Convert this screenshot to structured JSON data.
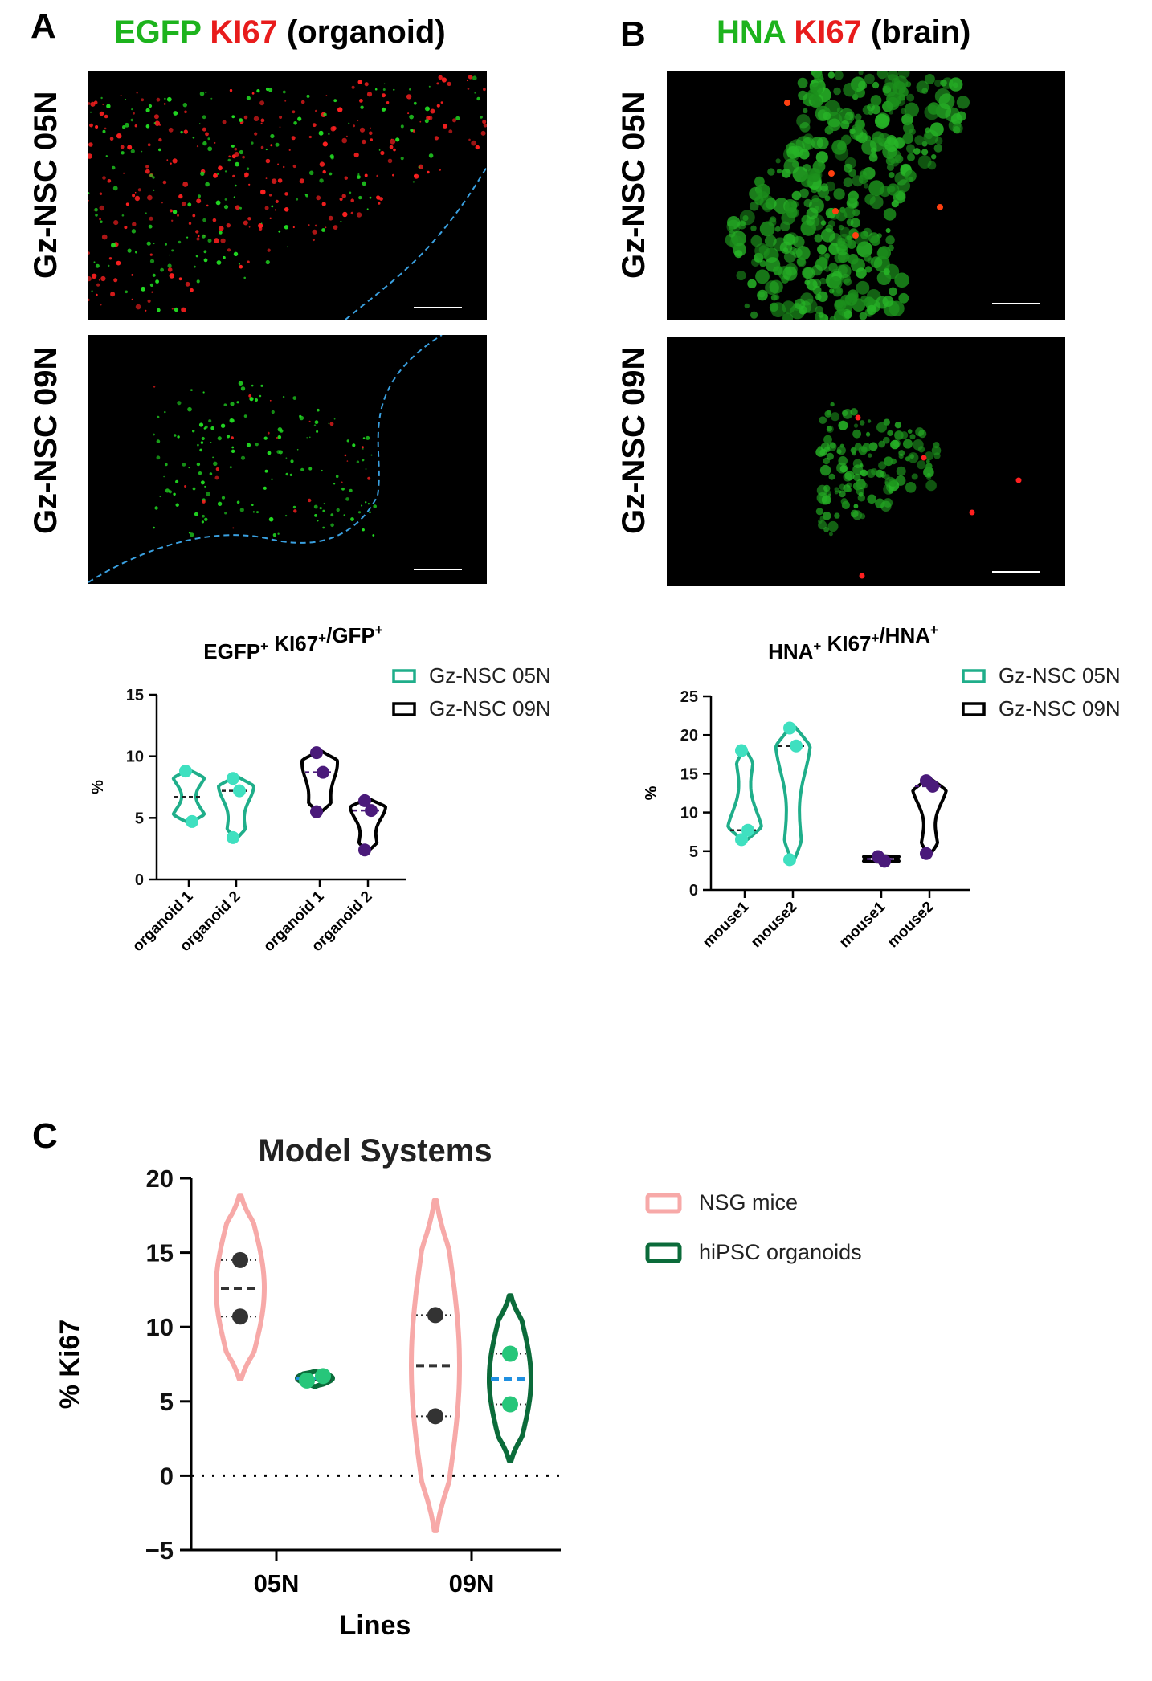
{
  "panels": {
    "A": {
      "letter": "A",
      "title_parts": [
        {
          "text": "EGFP",
          "color": "#1db31d"
        },
        {
          "text": "KI67",
          "color": "#e81c1c"
        },
        {
          "text": "(organoid)",
          "color": "#000000"
        }
      ],
      "row_labels": [
        "Gz-NSC 05N",
        "Gz-NSC 09N"
      ]
    },
    "B": {
      "letter": "B",
      "title_parts": [
        {
          "text": "HNA",
          "color": "#1db31d"
        },
        {
          "text": "KI67",
          "color": "#e81c1c"
        },
        {
          "text": "(brain)",
          "color": "#000000"
        }
      ],
      "row_labels": [
        "Gz-NSC 05N",
        "Gz-NSC 09N"
      ]
    },
    "C": {
      "letter": "C"
    }
  },
  "colors": {
    "teal": "#1fae8a",
    "teal_dot": "#3fe0c0",
    "purple_dot": "#4a1a7a",
    "pink": "#f7a9a8",
    "dark_green": "#0b6b3a",
    "green_dot": "#27c67a",
    "grey_dot": "#333333",
    "blue_dash": "#1f8fe0"
  },
  "chart_data": [
    {
      "id": "A-chart",
      "type": "violin",
      "title_parts": [
        {
          "text": "EGFP",
          "sup": "+"
        },
        {
          "text": " KI67",
          "sup": "+"
        },
        {
          "text": "/GFP",
          "sup": "+"
        }
      ],
      "ylabel": "%",
      "ylim": [
        0,
        15
      ],
      "yticks": [
        "0",
        "5",
        "10",
        "15"
      ],
      "categories": [
        "organoid 1",
        "organoid 2",
        "organoid 1",
        "organoid 2"
      ],
      "legend": [
        "Gz-NSC 05N",
        "Gz-NSC 09N"
      ],
      "legend_position": "top-right",
      "series": [
        {
          "name": "Gz-NSC 05N",
          "groups": [
            {
              "cat": 0,
              "points": [
                8.8,
                4.7
              ],
              "min": 4.7,
              "max": 8.8,
              "median": 6.7
            },
            {
              "cat": 1,
              "points": [
                8.2,
                7.2,
                3.4
              ],
              "min": 3.4,
              "max": 8.3,
              "median": 7.2
            }
          ]
        },
        {
          "name": "Gz-NSC 09N",
          "groups": [
            {
              "cat": 2,
              "points": [
                10.3,
                8.7,
                5.5
              ],
              "min": 5.5,
              "max": 10.4,
              "median": 8.7
            },
            {
              "cat": 3,
              "points": [
                6.4,
                5.6,
                2.4
              ],
              "min": 2.4,
              "max": 6.5,
              "median": 5.6
            }
          ]
        }
      ]
    },
    {
      "id": "B-chart",
      "type": "violin",
      "title_parts": [
        {
          "text": "HNA",
          "sup": "+"
        },
        {
          "text": " KI67",
          "sup": "+"
        },
        {
          "text": "/HNA",
          "sup": "+"
        }
      ],
      "ylabel": "%",
      "ylim": [
        0,
        25
      ],
      "yticks": [
        "0",
        "5",
        "10",
        "15",
        "20",
        "25"
      ],
      "categories": [
        "mouse1",
        "mouse2",
        "mouse1",
        "mouse2"
      ],
      "legend": [
        "Gz-NSC 05N",
        "Gz-NSC 09N"
      ],
      "legend_position": "top-right",
      "series": [
        {
          "name": "Gz-NSC 05N",
          "groups": [
            {
              "cat": 0,
              "points": [
                18.0,
                7.7,
                6.5
              ],
              "min": 6.5,
              "max": 18.0,
              "median": 7.7
            },
            {
              "cat": 1,
              "points": [
                20.9,
                18.6,
                3.9
              ],
              "min": 3.9,
              "max": 21.0,
              "median": 18.6
            }
          ]
        },
        {
          "name": "Gz-NSC 09N",
          "groups": [
            {
              "cat": 2,
              "points": [
                4.3,
                3.7
              ],
              "min": 3.6,
              "max": 4.4,
              "median": 4.0
            },
            {
              "cat": 3,
              "points": [
                14.1,
                13.4,
                4.7
              ],
              "min": 4.7,
              "max": 14.2,
              "median": 13.4
            }
          ]
        }
      ]
    },
    {
      "id": "C-chart",
      "type": "violin",
      "title": "Model Systems",
      "xlabel": "Lines",
      "ylabel": "% Ki67",
      "ylim": [
        -5,
        20
      ],
      "yticks": [
        "−5",
        "0",
        "5",
        "10",
        "15",
        "20"
      ],
      "categories": [
        "05N",
        "09N"
      ],
      "legend": [
        "NSG mice",
        "hiPSC organoids"
      ],
      "legend_position": "right",
      "reference_line": 0,
      "series": [
        {
          "name": "NSG mice",
          "groups": [
            {
              "cat": 0,
              "points": [
                14.5,
                10.7
              ],
              "min": 6.5,
              "max": 18.8,
              "median": 12.6,
              "q1": 10.7,
              "q3": 14.5
            },
            {
              "cat": 1,
              "points": [
                10.8,
                4.0
              ],
              "min": -3.7,
              "max": 18.5,
              "median": 7.4,
              "q1": 4.0,
              "q3": 10.8
            }
          ]
        },
        {
          "name": "hiPSC organoids",
          "groups": [
            {
              "cat": 0,
              "points": [
                6.4,
                6.7
              ],
              "min": 6.0,
              "max": 7.0,
              "median": 6.55,
              "q1": 6.4,
              "q3": 6.7
            },
            {
              "cat": 1,
              "points": [
                8.2,
                4.8
              ],
              "min": 1.0,
              "max": 12.1,
              "median": 6.5,
              "q1": 4.8,
              "q3": 8.2
            }
          ]
        }
      ]
    }
  ]
}
